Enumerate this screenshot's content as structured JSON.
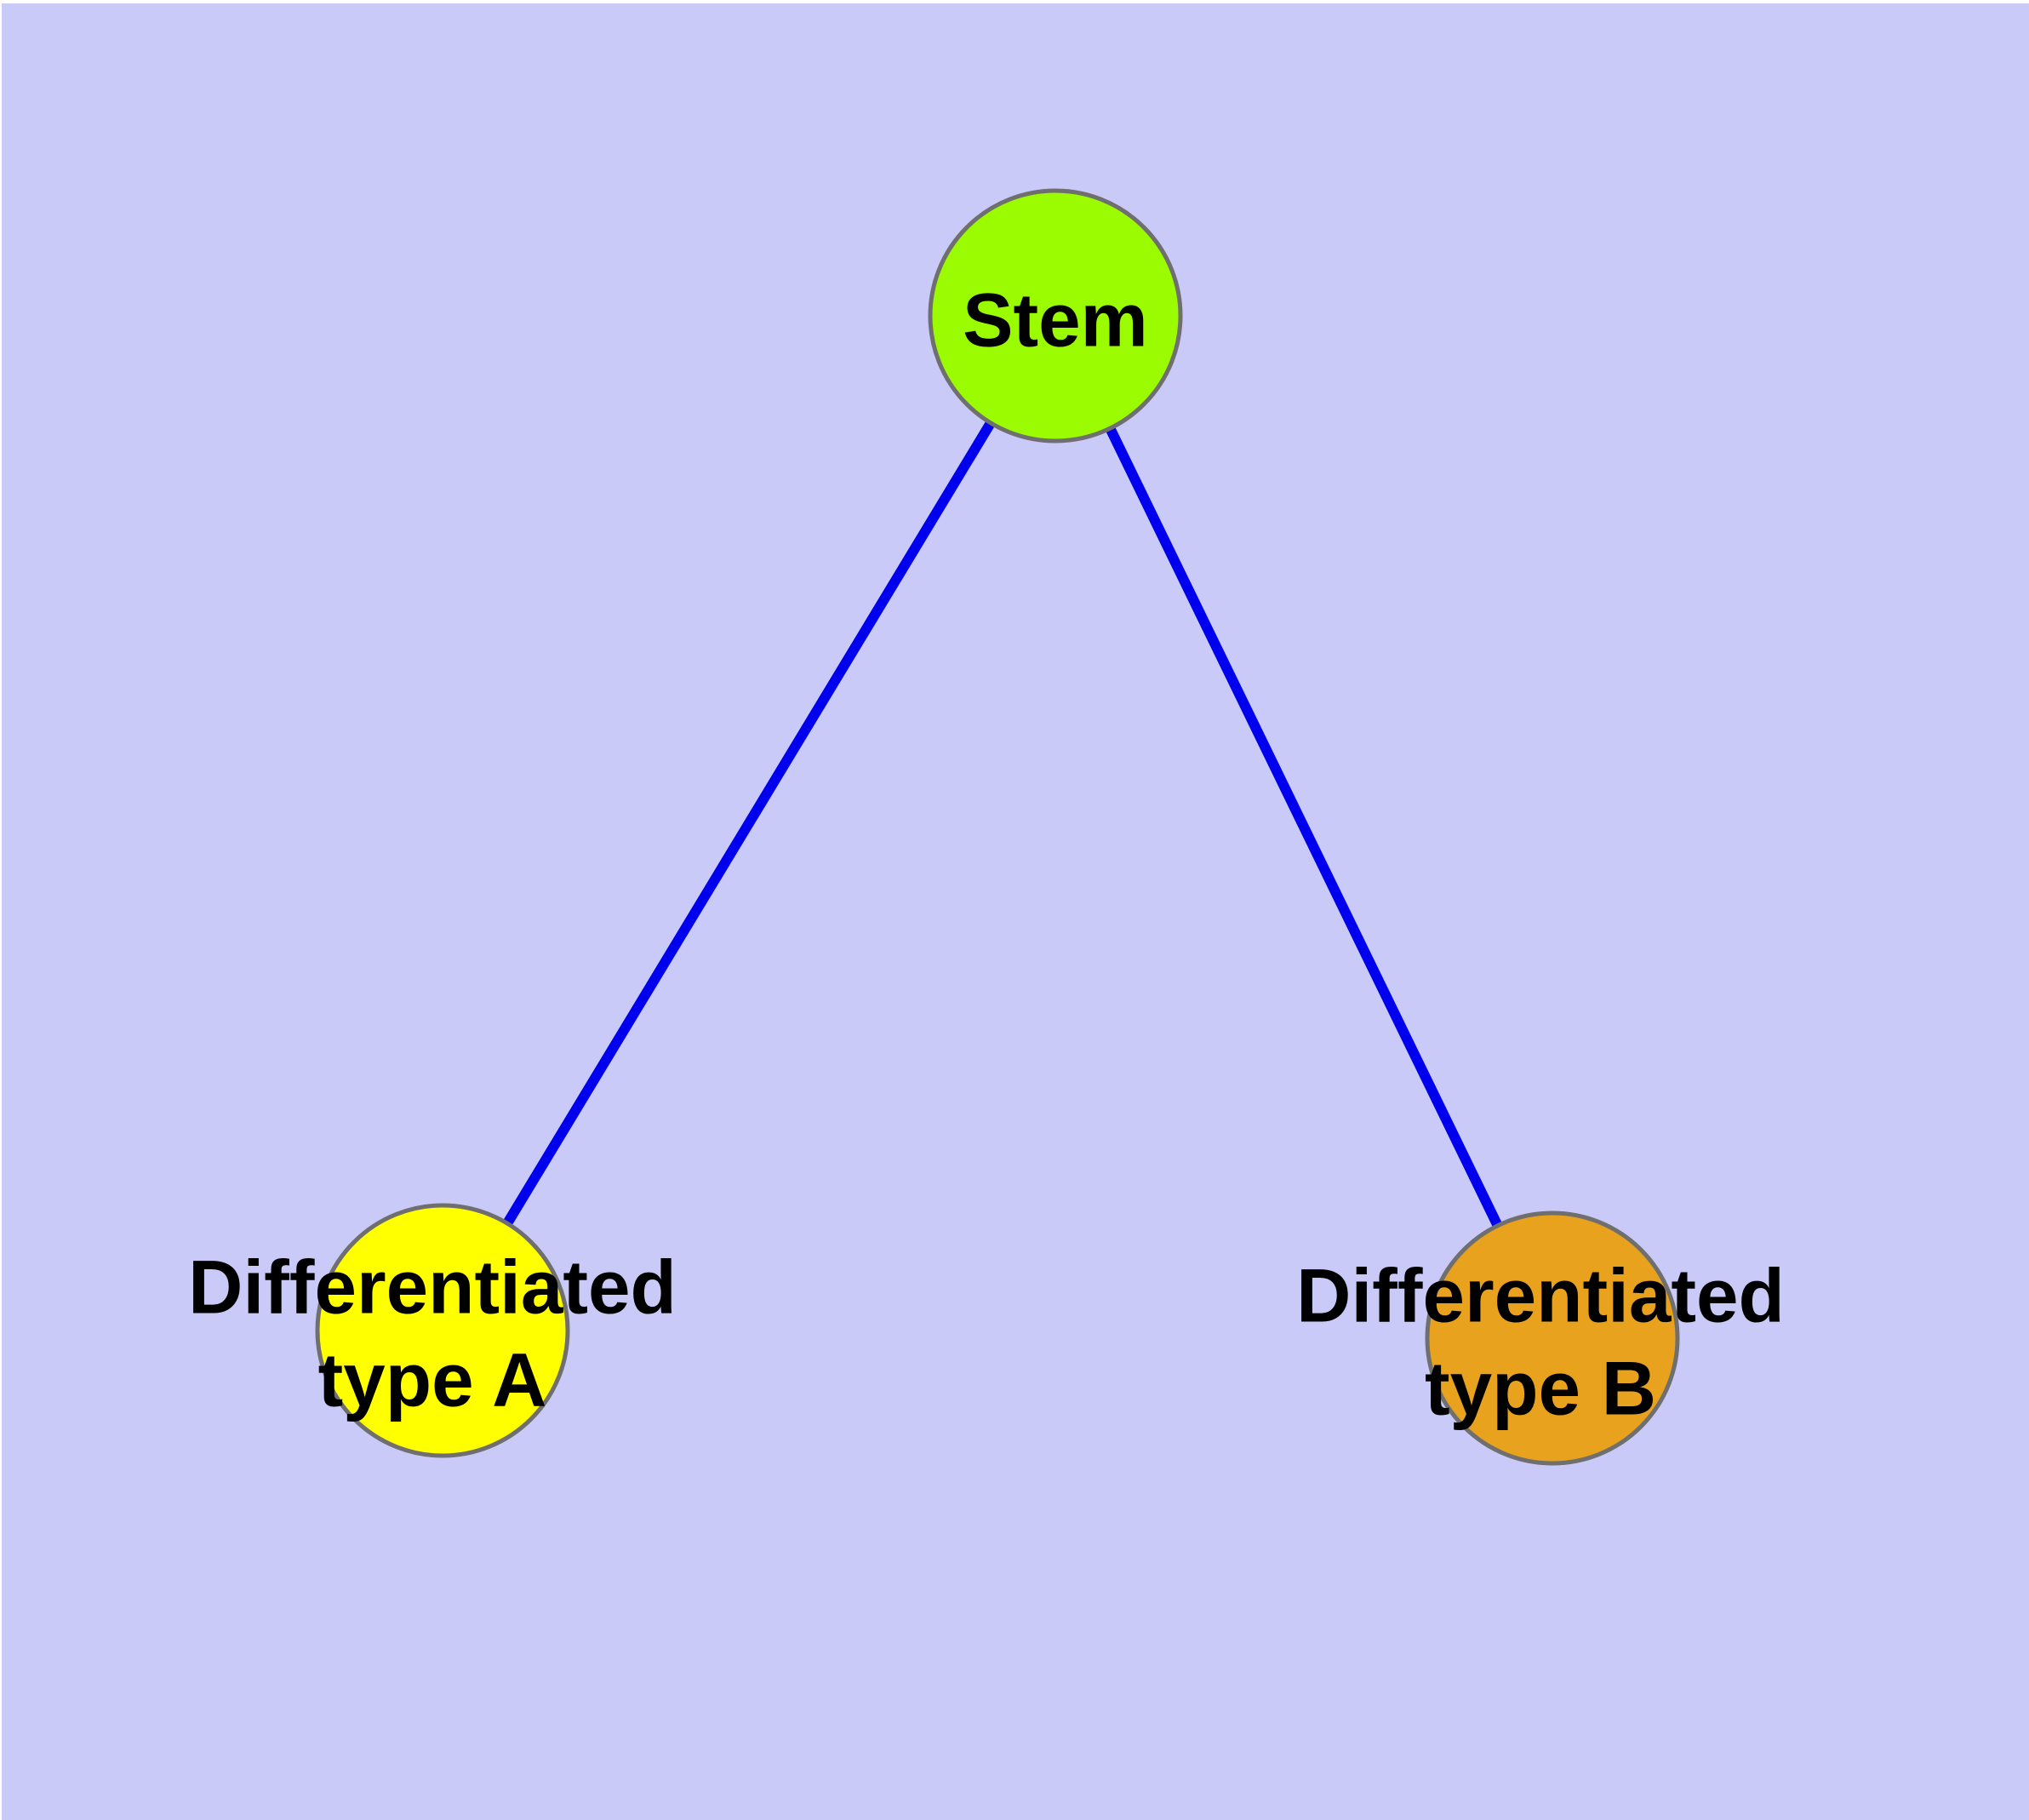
{
  "diagram": {
    "background_color": "#CACAF8",
    "frame_color": "#FFFFFF",
    "edge_color": "#0000EE",
    "node_border_color": "#6F6F6F",
    "text_color": "#000000",
    "nodes": [
      {
        "id": "stem",
        "label": "Stem",
        "label_lines": [
          "Stem"
        ],
        "fill": "#9BFB00"
      },
      {
        "id": "differentiated-type-a",
        "label": "Differentiated type A",
        "label_lines": [
          "Differentiated",
          "type A"
        ],
        "fill": "#FFFF00"
      },
      {
        "id": "differentiated-type-b",
        "label": "Differentiated type B",
        "label_lines": [
          "Differentiated",
          "type B"
        ],
        "fill": "#E8A21E"
      }
    ],
    "edges": [
      {
        "from": "stem",
        "to": "differentiated-type-a"
      },
      {
        "from": "stem",
        "to": "differentiated-type-b"
      }
    ]
  }
}
